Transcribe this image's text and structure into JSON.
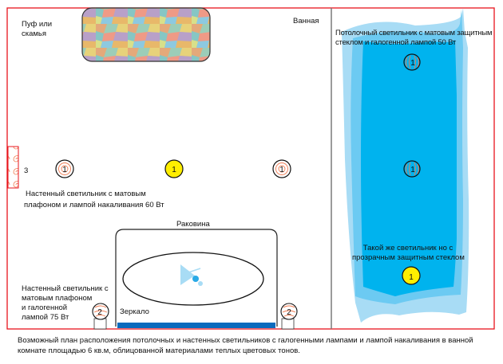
{
  "labels": {
    "pouf": [
      "Пуф или",
      "скамья"
    ],
    "bathtub": "Ванная",
    "ceiling_lamp_note": [
      "Потолочный светильник с матовым защитным",
      "стеклом и галогенной лампой  50 Вт"
    ],
    "panel_number": "3",
    "wall_lamp_60w": [
      "Настенный светильник с матовым",
      "плафоном и лампой накаливания 60 Вт"
    ],
    "sink": "Раковина",
    "mirror": "Зеркало",
    "wall_lamp_75w": [
      "Настенный светильник  с",
      "матовым плафоном",
      "и галогенной",
      "лампой 75 Вт"
    ],
    "clear_glass_note": [
      "Такой же светильник но с",
      "прозрачным защитным стеклом"
    ]
  },
  "lamps": {
    "wall_left_1": "1",
    "ceiling_center_1": "1",
    "wall_right_1": "1",
    "bath_top_1": "1",
    "bath_mid_1": "1",
    "bath_bottom_1": "1",
    "mirror_left_2": "2",
    "mirror_right_2": "2"
  },
  "caption": "Возможный план расположения  потолочных и настенных светильников с галогенными лампами и лампой накаливания в ванной комнате площадью 6 кв.м, облицованной материалами теплых цветовых тонов.",
  "colors": {
    "wall": "#e8141c",
    "divider": "#7a7a7a",
    "water_light": "#a8dcf5",
    "water_mid": "#6ccaf2",
    "water_dark": "#00b3ee",
    "halogen_yellow": "#ffee00",
    "mirror_blue": "#0a6bbd",
    "swirl": "#f07a50"
  }
}
